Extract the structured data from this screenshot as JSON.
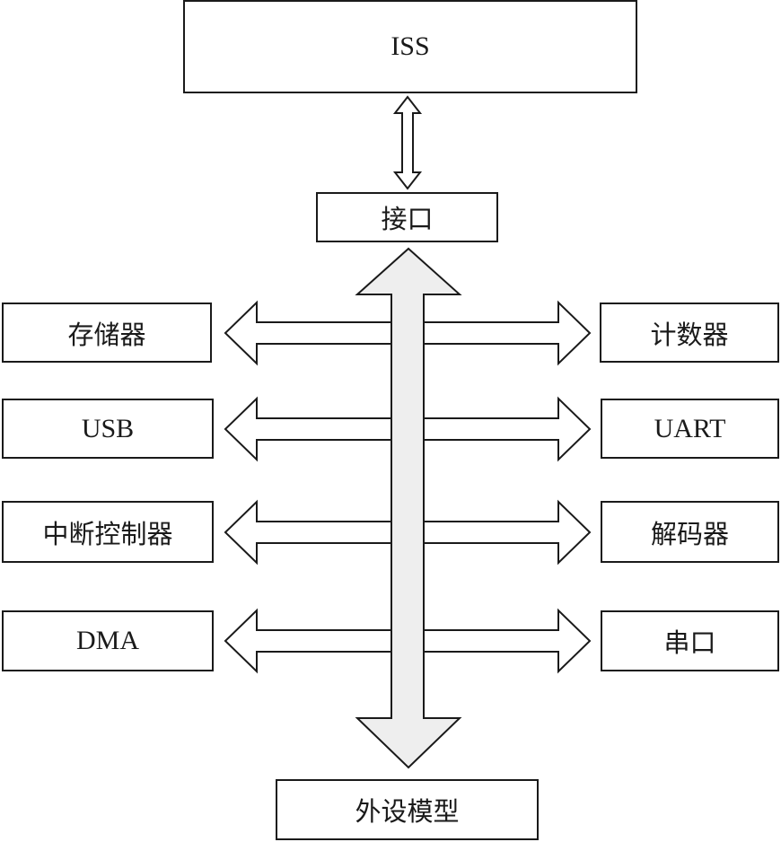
{
  "top_block": {
    "label": "ISS"
  },
  "interface": {
    "label": "接口"
  },
  "bottom_block": {
    "label": "外设模型"
  },
  "left_modules": [
    {
      "label": "存储器"
    },
    {
      "label": "USB"
    },
    {
      "label": "中断控制器"
    },
    {
      "label": "DMA"
    }
  ],
  "right_modules": [
    {
      "label": "计数器"
    },
    {
      "label": "UART"
    },
    {
      "label": "解码器"
    },
    {
      "label": "串口"
    }
  ],
  "colors": {
    "bus_fill": "#eeeeee",
    "arrow_fill": "#ffffff",
    "stroke": "#1a1a1a"
  }
}
